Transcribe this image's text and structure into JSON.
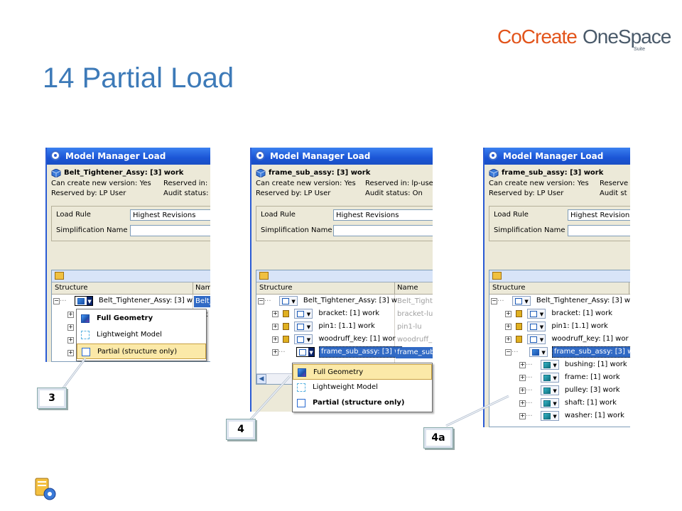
{
  "header": {
    "logo_part1": "CoCreate",
    "logo_part2": "OneSpace",
    "logo_suite": "Suite",
    "page_title": "14 Partial Load"
  },
  "windows": [
    {
      "title": "Model Manager Load",
      "object": "Belt_Tightener_Assy: [3] work",
      "can_create": "Can create new version: Yes",
      "reserved_in": "Reserved in: lp",
      "reserved_by": "Reserved by: LP User",
      "audit_status": "Audit status: O",
      "load_rule_label": "Load Rule",
      "load_rule_value": "Highest Revisions",
      "simplification_label": "Simplification Name",
      "simplification_value": "",
      "col_structure": "Structure",
      "col_name": "Nam",
      "rows": [
        {
          "label": "Belt_Tightener_Assy: [3] w",
          "name": "Belt_"
        },
        {
          "label": "",
          "name": "bck"
        },
        {
          "label": "",
          "name": "-"
        },
        {
          "label": "",
          "name": "o"
        },
        {
          "label": "",
          "name": "he"
        }
      ],
      "menu": [
        "Full Geometry",
        "Lightweight Model",
        "Partial (structure only)"
      ]
    },
    {
      "title": "Model Manager Load",
      "object": "frame_sub_assy: [3] work",
      "can_create": "Can create new version: Yes",
      "reserved_in": "Reserved in: lp-user",
      "reserved_by": "Reserved by: LP User",
      "audit_status": "Audit status: On",
      "load_rule_label": "Load Rule",
      "load_rule_value": "Highest Revisions",
      "simplification_label": "Simplification Name",
      "simplification_value": "",
      "col_structure": "Structure",
      "col_name": "Name",
      "rows": [
        {
          "label": "Belt_Tightener_Assy: [3] w",
          "name": "Belt_Tighte"
        },
        {
          "label": "bracket: [1] work",
          "name": "bracket-lu"
        },
        {
          "label": "pin1: [1.1] work",
          "name": "pin1-lu"
        },
        {
          "label": "woodruff_key: [1] wor",
          "name": "woodruff_"
        },
        {
          "label": "frame_sub_assy: [3] w",
          "name": "frame_sub"
        }
      ],
      "menu": [
        "Full Geometry",
        "Lightweight Model",
        "Partial (structure only)"
      ]
    },
    {
      "title": "Model Manager Load",
      "object": "frame_sub_assy: [3] work",
      "can_create": "Can create new version: Yes",
      "reserved_in": "Reserve",
      "reserved_by": "Reserved by: LP User",
      "audit_status": "Audit st",
      "load_rule_label": "Load Rule",
      "load_rule_value": "Highest Revisions",
      "simplification_label": "Simplification Name",
      "simplification_value": "",
      "col_structure": "Structure",
      "rows": [
        {
          "label": "Belt_Tightener_Assy: [3] wor"
        },
        {
          "label": "bracket: [1] work"
        },
        {
          "label": "pin1: [1.1] work"
        },
        {
          "label": "woodruff_key: [1] wor"
        },
        {
          "label": "frame_sub_assy: [3] wor"
        },
        {
          "label": "bushing: [1] work"
        },
        {
          "label": "frame: [1] work"
        },
        {
          "label": "pulley: [3] work"
        },
        {
          "label": "shaft: [1] work"
        },
        {
          "label": "washer: [1] work"
        }
      ]
    }
  ],
  "callouts": [
    "3",
    "4",
    "4a"
  ],
  "colors": {
    "title_blue": "#3d7ab8",
    "logo_orange": "#e2541b",
    "logo_gray": "#4a5a6a",
    "titlebar_blue": "#1b55d6",
    "selection_blue": "#316ac5",
    "menu_highlight": "#fbe9a8"
  }
}
